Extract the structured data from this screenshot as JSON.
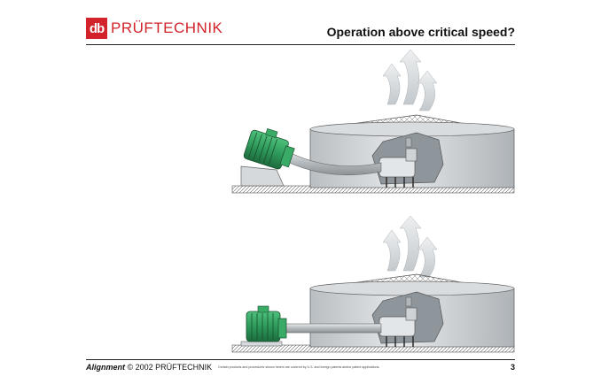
{
  "header": {
    "logo_mark": "db",
    "logo_text": "PRÜFTECHNIK",
    "title": "Operation above critical speed?"
  },
  "footer": {
    "course": "Alignment",
    "copyright": "© 2002 PRÜFTECHNIK",
    "legal": "Certain products and procedures shown herein are covered by U.S. and foreign patents and/or patent applications.",
    "page_number": "3"
  },
  "colors": {
    "brand_red": "#d2232a",
    "motor_green": "#2e9a5a",
    "tank_grey": "#c9cdd0"
  }
}
